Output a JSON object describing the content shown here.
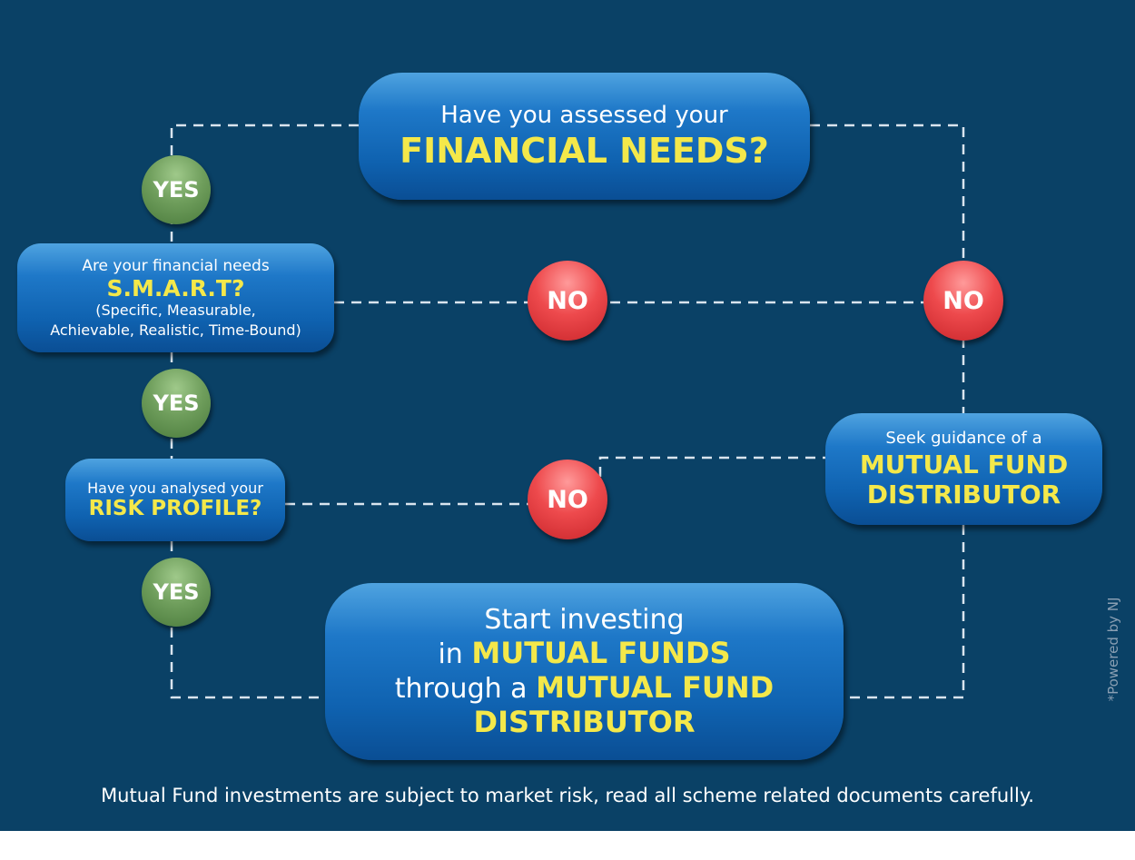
{
  "colors": {
    "background": "#0a4166",
    "box_blue": "#1e78c8",
    "highlight_yellow": "#f4e84a",
    "yes_green": "#6f9e5c",
    "no_red": "#ee4a4d",
    "connector": "#d9e4ee"
  },
  "nodes": {
    "financial_needs": {
      "line1": "Have you assessed your",
      "highlight": "FINANCIAL NEEDS?"
    },
    "smart": {
      "line1": "Are your financial needs",
      "highlight": "S.M.A.R.T?",
      "detail1": "(Specific, Measurable,",
      "detail2": "Achievable, Realistic, Time-Bound)"
    },
    "risk_profile": {
      "line1": "Have you analysed your",
      "highlight": "RISK PROFILE?"
    },
    "distributor": {
      "line1": "Seek guidance of a",
      "highlight1": "MUTUAL FUND",
      "highlight2": "DISTRIBUTOR"
    },
    "start_investing": {
      "line1": "Start investing",
      "line2_prefix": "in",
      "line2_highlight": "MUTUAL FUNDS",
      "line3_prefix": "through a",
      "line3_highlight": "MUTUAL FUND",
      "line4_highlight": "DISTRIBUTOR"
    }
  },
  "decisions": {
    "yes_label": "YES",
    "no_label": "NO"
  },
  "footer": {
    "disclaimer": "Mutual Fund investments are subject to market risk, read all scheme related documents carefully.",
    "powered_by": "*Powered by NJ"
  }
}
